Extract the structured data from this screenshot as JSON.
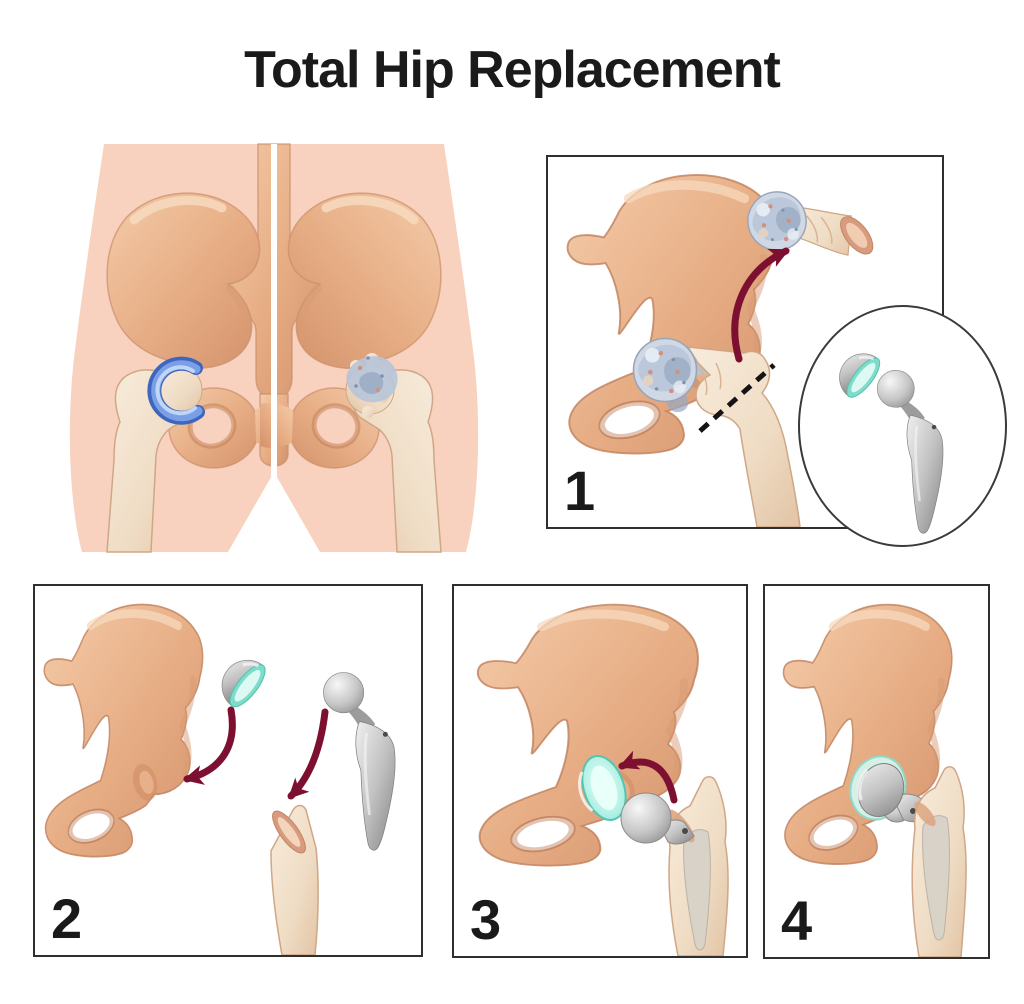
{
  "title": "Total Hip Replacement",
  "panels": {
    "step1": {
      "number": "1"
    },
    "step2": {
      "number": "2"
    },
    "step3": {
      "number": "3"
    },
    "step4": {
      "number": "4"
    }
  },
  "colors": {
    "background": "#ffffff",
    "title_text": "#1a1a1a",
    "panel_border": "#2f2f2f",
    "skin": "#f8d2bf",
    "pelvis_bone": "#e9b28e",
    "femur_bone": "#f4e6d4",
    "healthy_cartilage": "#7b9fe6",
    "damaged_bone": "#b7c4d8",
    "implant_metal": "#b4b4b4",
    "cup_liner": "#7fdccb",
    "arrow": "#7d1031"
  }
}
